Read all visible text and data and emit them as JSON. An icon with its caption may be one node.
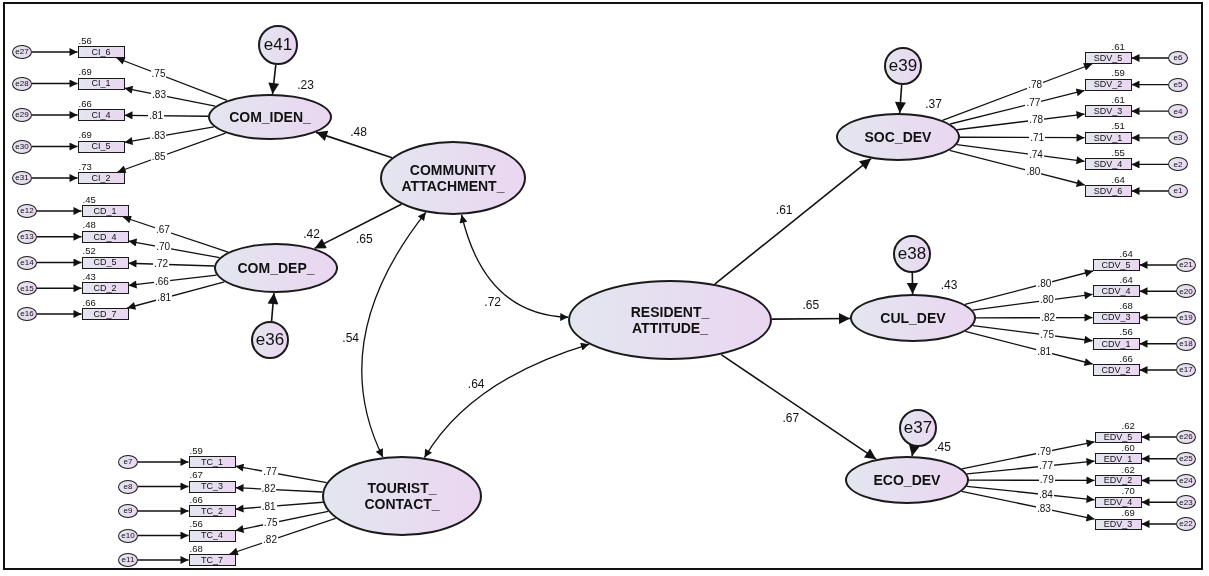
{
  "diagram": {
    "nodes": [
      {
        "text": [
          "e41"
        ]
      },
      {
        "text": [
          "COM_IDEN_"
        ],
        "beside": [
          ".23"
        ]
      },
      {
        "text": [
          "COMMUNITY ATTACHMENT_"
        ]
      },
      {
        "text": [
          "COM_DEP_"
        ],
        "beside": [
          ".42"
        ]
      },
      {
        "text": [
          "e36"
        ]
      },
      {
        "text": [
          "RESIDENT_ ATTITUDE_"
        ]
      },
      {
        "text": [
          "TOURIST_ CONTACT_"
        ]
      },
      {
        "text": [
          "e39"
        ]
      },
      {
        "text": [
          "SOC_DEV"
        ],
        "beside": [
          ".37"
        ]
      },
      {
        "text": [
          "e38"
        ]
      },
      {
        "text": [
          "CUL_DEV"
        ],
        "beside": [
          ".43"
        ]
      },
      {
        "text": [
          "e37"
        ]
      },
      {
        "text": [
          "ECO_DEV"
        ],
        "beside": [
          ".45"
        ]
      },
      {
        "text": [
          "CI_6"
        ],
        "beside": [
          ".56"
        ]
      },
      {
        "text": [
          "CI_1"
        ],
        "beside": [
          ".69"
        ]
      },
      {
        "text": [
          "CI_4"
        ],
        "beside": [
          ".66"
        ]
      },
      {
        "text": [
          "CI_5"
        ],
        "beside": [
          ".69"
        ]
      },
      {
        "text": [
          "CI_2"
        ],
        "beside": [
          ".73"
        ]
      },
      {
        "text": [
          "e27"
        ]
      },
      {
        "text": [
          "e28"
        ]
      },
      {
        "text": [
          "e29"
        ]
      },
      {
        "text": [
          "e30"
        ]
      },
      {
        "text": [
          "e31"
        ]
      },
      {
        "text": [
          "CD_1"
        ],
        "beside": [
          ".45"
        ]
      },
      {
        "text": [
          "CD_4"
        ],
        "beside": [
          ".48"
        ]
      },
      {
        "text": [
          "CD_5"
        ],
        "beside": [
          ".52"
        ]
      },
      {
        "text": [
          "CD_2"
        ],
        "beside": [
          ".43"
        ]
      },
      {
        "text": [
          "CD_7"
        ],
        "beside": [
          ".66"
        ]
      },
      {
        "text": [
          "e12"
        ]
      },
      {
        "text": [
          "e13"
        ]
      },
      {
        "text": [
          "e14"
        ]
      },
      {
        "text": [
          "e15"
        ]
      },
      {
        "text": [
          "e16"
        ]
      },
      {
        "text": [
          "TC_1"
        ],
        "beside": [
          ".59"
        ]
      },
      {
        "text": [
          "TC_3"
        ],
        "beside": [
          ".67"
        ]
      },
      {
        "text": [
          "TC_2"
        ],
        "beside": [
          ".66"
        ]
      },
      {
        "text": [
          "TC_4"
        ],
        "beside": [
          ".56"
        ]
      },
      {
        "text": [
          "TC_7"
        ],
        "beside": [
          ".68"
        ]
      },
      {
        "text": [
          "e7"
        ]
      },
      {
        "text": [
          "e8"
        ]
      },
      {
        "text": [
          "e9"
        ]
      },
      {
        "text": [
          "e10"
        ]
      },
      {
        "text": [
          "e11"
        ]
      },
      {
        "text": [
          "SDV_5"
        ],
        "beside": [
          ".61"
        ]
      },
      {
        "text": [
          "SDV_2"
        ],
        "beside": [
          ".59"
        ]
      },
      {
        "text": [
          "SDV_3"
        ],
        "beside": [
          ".61"
        ]
      },
      {
        "text": [
          "SDV_1"
        ],
        "beside": [
          ".51"
        ]
      },
      {
        "text": [
          "SDV_4"
        ],
        "beside": [
          ".55"
        ]
      },
      {
        "text": [
          "SDV_6"
        ],
        "beside": [
          ".64"
        ]
      },
      {
        "text": [
          "e6"
        ]
      },
      {
        "text": [
          "e5"
        ]
      },
      {
        "text": [
          "e4"
        ]
      },
      {
        "text": [
          "e3"
        ]
      },
      {
        "text": [
          "e2"
        ]
      },
      {
        "text": [
          "e1"
        ]
      },
      {
        "text": [
          "CDV_5"
        ],
        "beside": [
          ".64"
        ]
      },
      {
        "text": [
          "CDV_4"
        ],
        "beside": [
          ".64"
        ]
      },
      {
        "text": [
          "CDV_3"
        ],
        "beside": [
          ".68"
        ]
      },
      {
        "text": [
          "CDV_1"
        ],
        "beside": [
          ".56"
        ]
      },
      {
        "text": [
          "CDV_2"
        ],
        "beside": [
          ".66"
        ]
      },
      {
        "text": [
          "e21"
        ]
      },
      {
        "text": [
          "e20"
        ]
      },
      {
        "text": [
          "e19"
        ]
      },
      {
        "text": [
          "e18"
        ]
      },
      {
        "text": [
          "e17"
        ]
      },
      {
        "text": [
          "EDV_5"
        ],
        "beside": [
          ".62"
        ]
      },
      {
        "text": [
          "EDV_1"
        ],
        "beside": [
          ".60"
        ]
      },
      {
        "text": [
          "EDV_2"
        ],
        "beside": [
          ".62"
        ]
      },
      {
        "text": [
          "EDV_4"
        ],
        "beside": [
          ".70"
        ]
      },
      {
        "text": [
          "EDV_3"
        ],
        "beside": [
          ".69"
        ]
      },
      {
        "text": [
          "e26"
        ]
      },
      {
        "text": [
          "e25"
        ]
      },
      {
        "text": [
          "e24"
        ]
      },
      {
        "text": [
          "e23"
        ]
      },
      {
        "text": [
          "e22"
        ]
      }
    ],
    "edges": [
      {
        "from": 0,
        "to": 1,
        "arrow": "to"
      },
      {
        "from": 2,
        "to": 1,
        "arrow": "to",
        "label": ".48"
      },
      {
        "from": 2,
        "to": 3,
        "arrow": "to",
        "label": ".65"
      },
      {
        "from": 4,
        "to": 3,
        "arrow": "to"
      },
      {
        "from": 2,
        "to": 5,
        "arrow": "both",
        "label": ".72"
      },
      {
        "from": 2,
        "to": 6,
        "arrow": "both",
        "label": ".54"
      },
      {
        "from": 6,
        "to": 5,
        "arrow": "both",
        "label": ".64"
      },
      {
        "from": 5,
        "to": 8,
        "arrow": "to",
        "label": ".61"
      },
      {
        "from": 5,
        "to": 10,
        "arrow": "to",
        "label": ".65"
      },
      {
        "from": 5,
        "to": 12,
        "arrow": "to",
        "label": ".67"
      },
      {
        "from": 7,
        "to": 8,
        "arrow": "to"
      },
      {
        "from": 9,
        "to": 10,
        "arrow": "to"
      },
      {
        "from": 11,
        "to": 12,
        "arrow": "to"
      },
      {
        "from": 1,
        "to": 13,
        "arrow": "to",
        "label": ".75"
      },
      {
        "from": 1,
        "to": 14,
        "arrow": "to",
        "label": ".83"
      },
      {
        "from": 1,
        "to": 15,
        "arrow": "to",
        "label": ".81"
      },
      {
        "from": 1,
        "to": 16,
        "arrow": "to",
        "label": ".83"
      },
      {
        "from": 1,
        "to": 17,
        "arrow": "to",
        "label": ".85"
      },
      {
        "from": 18,
        "to": 13,
        "arrow": "to"
      },
      {
        "from": 19,
        "to": 14,
        "arrow": "to"
      },
      {
        "from": 20,
        "to": 15,
        "arrow": "to"
      },
      {
        "from": 21,
        "to": 16,
        "arrow": "to"
      },
      {
        "from": 22,
        "to": 17,
        "arrow": "to"
      },
      {
        "from": 3,
        "to": 23,
        "arrow": "to",
        "label": ".67"
      },
      {
        "from": 3,
        "to": 24,
        "arrow": "to",
        "label": ".70"
      },
      {
        "from": 3,
        "to": 25,
        "arrow": "to",
        "label": ".72"
      },
      {
        "from": 3,
        "to": 26,
        "arrow": "to",
        "label": ".66"
      },
      {
        "from": 3,
        "to": 27,
        "arrow": "to",
        "label": ".81"
      },
      {
        "from": 28,
        "to": 23,
        "arrow": "to"
      },
      {
        "from": 29,
        "to": 24,
        "arrow": "to"
      },
      {
        "from": 30,
        "to": 25,
        "arrow": "to"
      },
      {
        "from": 31,
        "to": 26,
        "arrow": "to"
      },
      {
        "from": 32,
        "to": 27,
        "arrow": "to"
      },
      {
        "from": 6,
        "to": 33,
        "arrow": "to",
        "label": ".77"
      },
      {
        "from": 6,
        "to": 34,
        "arrow": "to",
        "label": ".82"
      },
      {
        "from": 6,
        "to": 35,
        "arrow": "to",
        "label": ".81"
      },
      {
        "from": 6,
        "to": 36,
        "arrow": "to",
        "label": ".75"
      },
      {
        "from": 6,
        "to": 37,
        "arrow": "to",
        "label": ".82"
      },
      {
        "from": 38,
        "to": 33,
        "arrow": "to"
      },
      {
        "from": 39,
        "to": 34,
        "arrow": "to"
      },
      {
        "from": 40,
        "to": 35,
        "arrow": "to"
      },
      {
        "from": 41,
        "to": 36,
        "arrow": "to"
      },
      {
        "from": 42,
        "to": 37,
        "arrow": "to"
      },
      {
        "from": 8,
        "to": 43,
        "arrow": "to",
        "label": ".78"
      },
      {
        "from": 8,
        "to": 44,
        "arrow": "to",
        "label": ".77"
      },
      {
        "from": 8,
        "to": 45,
        "arrow": "to",
        "label": ".78"
      },
      {
        "from": 8,
        "to": 46,
        "arrow": "to",
        "label": ".71"
      },
      {
        "from": 8,
        "to": 47,
        "arrow": "to",
        "label": ".74"
      },
      {
        "from": 8,
        "to": 48,
        "arrow": "to",
        "label": ".80"
      },
      {
        "from": 49,
        "to": 43,
        "arrow": "to"
      },
      {
        "from": 50,
        "to": 44,
        "arrow": "to"
      },
      {
        "from": 51,
        "to": 45,
        "arrow": "to"
      },
      {
        "from": 52,
        "to": 46,
        "arrow": "to"
      },
      {
        "from": 53,
        "to": 47,
        "arrow": "to"
      },
      {
        "from": 54,
        "to": 48,
        "arrow": "to"
      },
      {
        "from": 10,
        "to": 55,
        "arrow": "to",
        "label": ".80"
      },
      {
        "from": 10,
        "to": 56,
        "arrow": "to",
        "label": ".80"
      },
      {
        "from": 10,
        "to": 57,
        "arrow": "to",
        "label": ".82"
      },
      {
        "from": 10,
        "to": 58,
        "arrow": "to",
        "label": ".75"
      },
      {
        "from": 10,
        "to": 59,
        "arrow": "to",
        "label": ".81"
      },
      {
        "from": 60,
        "to": 55,
        "arrow": "to"
      },
      {
        "from": 61,
        "to": 56,
        "arrow": "to"
      },
      {
        "from": 62,
        "to": 57,
        "arrow": "to"
      },
      {
        "from": 63,
        "to": 58,
        "arrow": "to"
      },
      {
        "from": 64,
        "to": 59,
        "arrow": "to"
      },
      {
        "from": 12,
        "to": 65,
        "arrow": "to",
        "label": ".79"
      },
      {
        "from": 12,
        "to": 66,
        "arrow": "to",
        "label": ".77"
      },
      {
        "from": 12,
        "to": 67,
        "arrow": "to",
        "label": ".79"
      },
      {
        "from": 12,
        "to": 68,
        "arrow": "to",
        "label": ".84"
      },
      {
        "from": 12,
        "to": 69,
        "arrow": "to",
        "label": ".83"
      },
      {
        "from": 70,
        "to": 65,
        "arrow": "to"
      },
      {
        "from": 71,
        "to": 66,
        "arrow": "to"
      },
      {
        "from": 72,
        "to": 67,
        "arrow": "to"
      },
      {
        "from": 73,
        "to": 68,
        "arrow": "to"
      },
      {
        "from": 74,
        "to": 69,
        "arrow": "to"
      }
    ]
  }
}
